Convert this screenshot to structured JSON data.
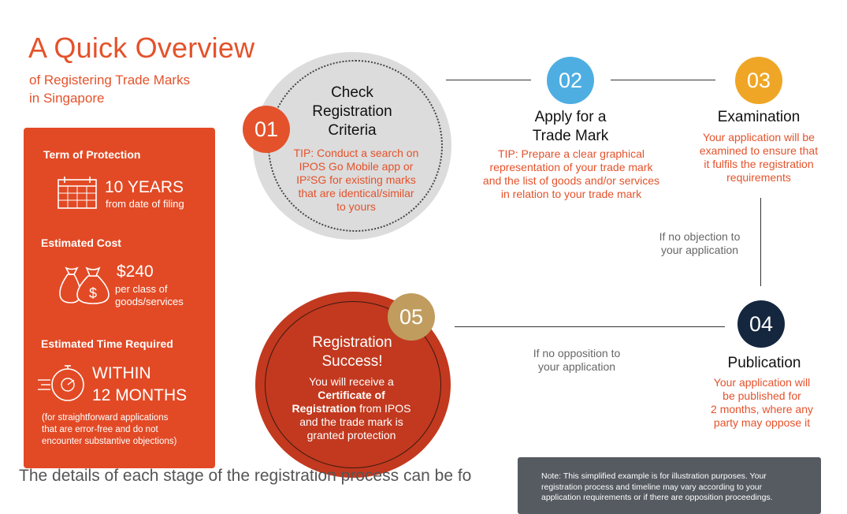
{
  "header": {
    "title": "A Quick Overview",
    "subtitle_line1": "of Registering Trade Marks",
    "subtitle_line2": "in Singapore"
  },
  "sidebar": {
    "term_label": "Term of Protection",
    "term_value": "10 YEARS",
    "term_sub": "from date of filing",
    "cost_label": "Estimated Cost",
    "cost_value": "$240",
    "cost_sub1": "per class of",
    "cost_sub2": "goods/services",
    "time_label": "Estimated Time Required",
    "time_value1": "WITHIN",
    "time_value2": "12 MONTHS",
    "time_note1": "(for straightforward applications",
    "time_note2": "that are error-free and do not",
    "time_note3": "encounter substantive objections)"
  },
  "stages": {
    "s01": {
      "number": "01",
      "title1": "Check",
      "title2": "Registration",
      "title3": "Criteria",
      "desc1": "TIP: Conduct a search on",
      "desc2": "IPOS Go Mobile app or",
      "desc3": "IP²SG for existing marks",
      "desc4": "that are identical/similar",
      "desc5": "to yours"
    },
    "s02": {
      "number": "02",
      "title1": "Apply for a",
      "title2": "Trade Mark",
      "desc1": "TIP: Prepare a clear graphical",
      "desc2": "representation of your trade mark",
      "desc3": "and the list of goods and/or services",
      "desc4": "in relation to your trade mark"
    },
    "s03": {
      "number": "03",
      "title1": "Examination",
      "desc1": "Your application will be",
      "desc2": "examined to ensure that",
      "desc3": "it fulfils the registration",
      "desc4": "requirements"
    },
    "s04": {
      "number": "04",
      "title1": "Publication",
      "desc1": "Your application will",
      "desc2": "be published for",
      "desc3": "2 months, where any",
      "desc4": "party may oppose it"
    },
    "s05": {
      "number": "05",
      "title1": "Registration",
      "title2": "Success!",
      "desc1": "You will receive a",
      "desc2": "Certificate of",
      "desc3": "Registration",
      "desc4": " from IPOS",
      "desc5": "and the trade mark is",
      "desc6": "granted protection"
    }
  },
  "conditions": {
    "no_objection1": "If no objection to",
    "no_objection2": "your application",
    "no_opposition1": "If no opposition to",
    "no_opposition2": "your application"
  },
  "footer": {
    "text": "The details of each stage of the registration process can be fo",
    "disclaimer1": "Note: This simplified example is for illustration purposes. Your",
    "disclaimer2": "registration process and timeline may vary according to your",
    "disclaimer3": "application requirements or if there are opposition proceedings."
  },
  "colors": {
    "accent": "#e4522b",
    "panel": "#e24a25",
    "stage1": "#e4522b",
    "stage2": "#4eaee2",
    "stage3": "#efa626",
    "stage4": "#14273f",
    "stage5": "#c09c5e",
    "success_circle": "#c2391f",
    "criteria_circle": "#dcdcdc"
  }
}
